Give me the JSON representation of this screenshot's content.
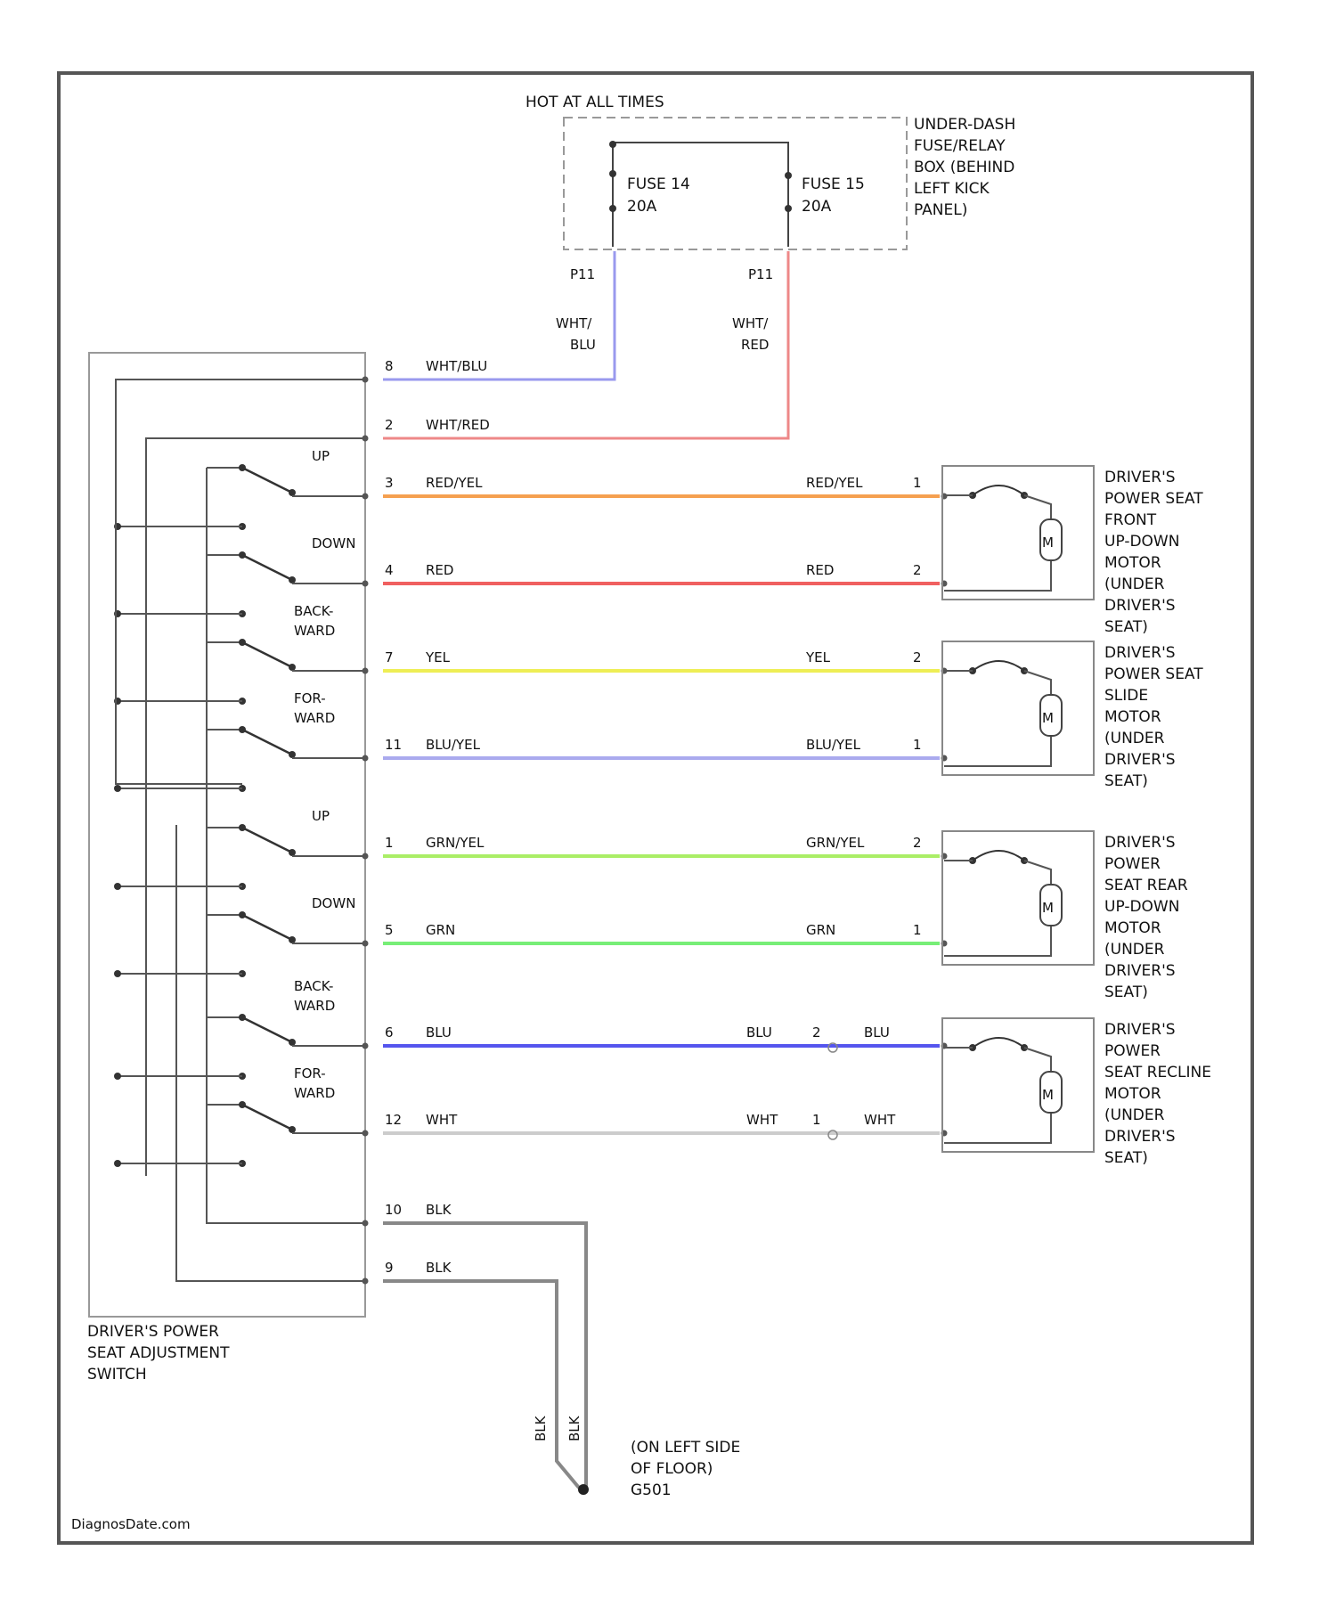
{
  "header": {
    "hot": "HOT AT ALL TIMES",
    "fuse_box": [
      "UNDER-DASH",
      "FUSE/RELAY",
      "BOX (BEHIND",
      "LEFT KICK",
      "PANEL)"
    ]
  },
  "fuses": [
    {
      "name": "FUSE 14",
      "rating": "20A",
      "terminal": "P11",
      "wire": [
        "WHT/",
        "BLU"
      ]
    },
    {
      "name": "FUSE 15",
      "rating": "20A",
      "terminal": "P11",
      "wire": [
        "WHT/",
        "RED"
      ]
    }
  ],
  "switch_name": [
    "DRIVER'S POWER",
    "SEAT ADJUSTMENT",
    "SWITCH"
  ],
  "switch_positions": [
    [
      "UP"
    ],
    [
      "DOWN"
    ],
    [
      "BACK-",
      "WARD"
    ],
    [
      "FOR-",
      "WARD"
    ],
    [
      "UP"
    ],
    [
      "DOWN"
    ],
    [
      "BACK-",
      "WARD"
    ],
    [
      "FOR-",
      "WARD"
    ]
  ],
  "wires": [
    {
      "pin": "8",
      "left_label": "WHT/BLU",
      "color": "#9999ee"
    },
    {
      "pin": "2",
      "left_label": "WHT/RED",
      "color": "#ee8888"
    },
    {
      "pin": "3",
      "left_label": "RED/YEL",
      "right_label": "RED/YEL",
      "motor_pin": "1",
      "color": "#f5a050"
    },
    {
      "pin": "4",
      "left_label": "RED",
      "right_label": "RED",
      "motor_pin": "2",
      "color": "#f06060"
    },
    {
      "pin": "7",
      "left_label": "YEL",
      "right_label": "YEL",
      "motor_pin": "2",
      "color": "#eeee55"
    },
    {
      "pin": "11",
      "left_label": "BLU/YEL",
      "right_label": "BLU/YEL",
      "motor_pin": "1",
      "color": "#aaaaee"
    },
    {
      "pin": "1",
      "left_label": "GRN/YEL",
      "right_label": "GRN/YEL",
      "motor_pin": "2",
      "color": "#aaee66"
    },
    {
      "pin": "5",
      "left_label": "GRN",
      "right_label": "GRN",
      "motor_pin": "1",
      "color": "#77ee77"
    },
    {
      "pin": "6",
      "left_label": "BLU",
      "right_label": "BLU",
      "motor_pin": "2",
      "far_label": "BLU",
      "color": "#5555ee"
    },
    {
      "pin": "12",
      "left_label": "WHT",
      "right_label": "WHT",
      "motor_pin": "1",
      "far_label": "WHT",
      "color": "#cccccc"
    },
    {
      "pin": "10",
      "left_label": "BLK",
      "color": "#888888"
    },
    {
      "pin": "9",
      "left_label": "BLK",
      "color": "#888888"
    }
  ],
  "motors": [
    {
      "label": [
        "DRIVER'S",
        "POWER SEAT",
        "FRONT",
        "UP-DOWN",
        "MOTOR",
        "(UNDER",
        "DRIVER'S",
        "SEAT)"
      ],
      "symbol": "M"
    },
    {
      "label": [
        "DRIVER'S",
        "POWER SEAT",
        "SLIDE",
        "MOTOR",
        "(UNDER",
        "DRIVER'S",
        "SEAT)"
      ],
      "symbol": "M"
    },
    {
      "label": [
        "DRIVER'S",
        "POWER",
        "SEAT REAR",
        "UP-DOWN",
        "MOTOR",
        "(UNDER",
        "DRIVER'S",
        "SEAT)"
      ],
      "symbol": "M"
    },
    {
      "label": [
        "DRIVER'S",
        "POWER",
        "SEAT RECLINE",
        "MOTOR",
        "(UNDER",
        "DRIVER'S",
        "SEAT)"
      ],
      "symbol": "M"
    }
  ],
  "ground": {
    "wire_labels": [
      "BLK",
      "BLK"
    ],
    "label": [
      "(ON LEFT SIDE",
      "OF FLOOR)",
      "G501"
    ]
  },
  "footer": {
    "watermark": "DiagnosDate.com"
  }
}
